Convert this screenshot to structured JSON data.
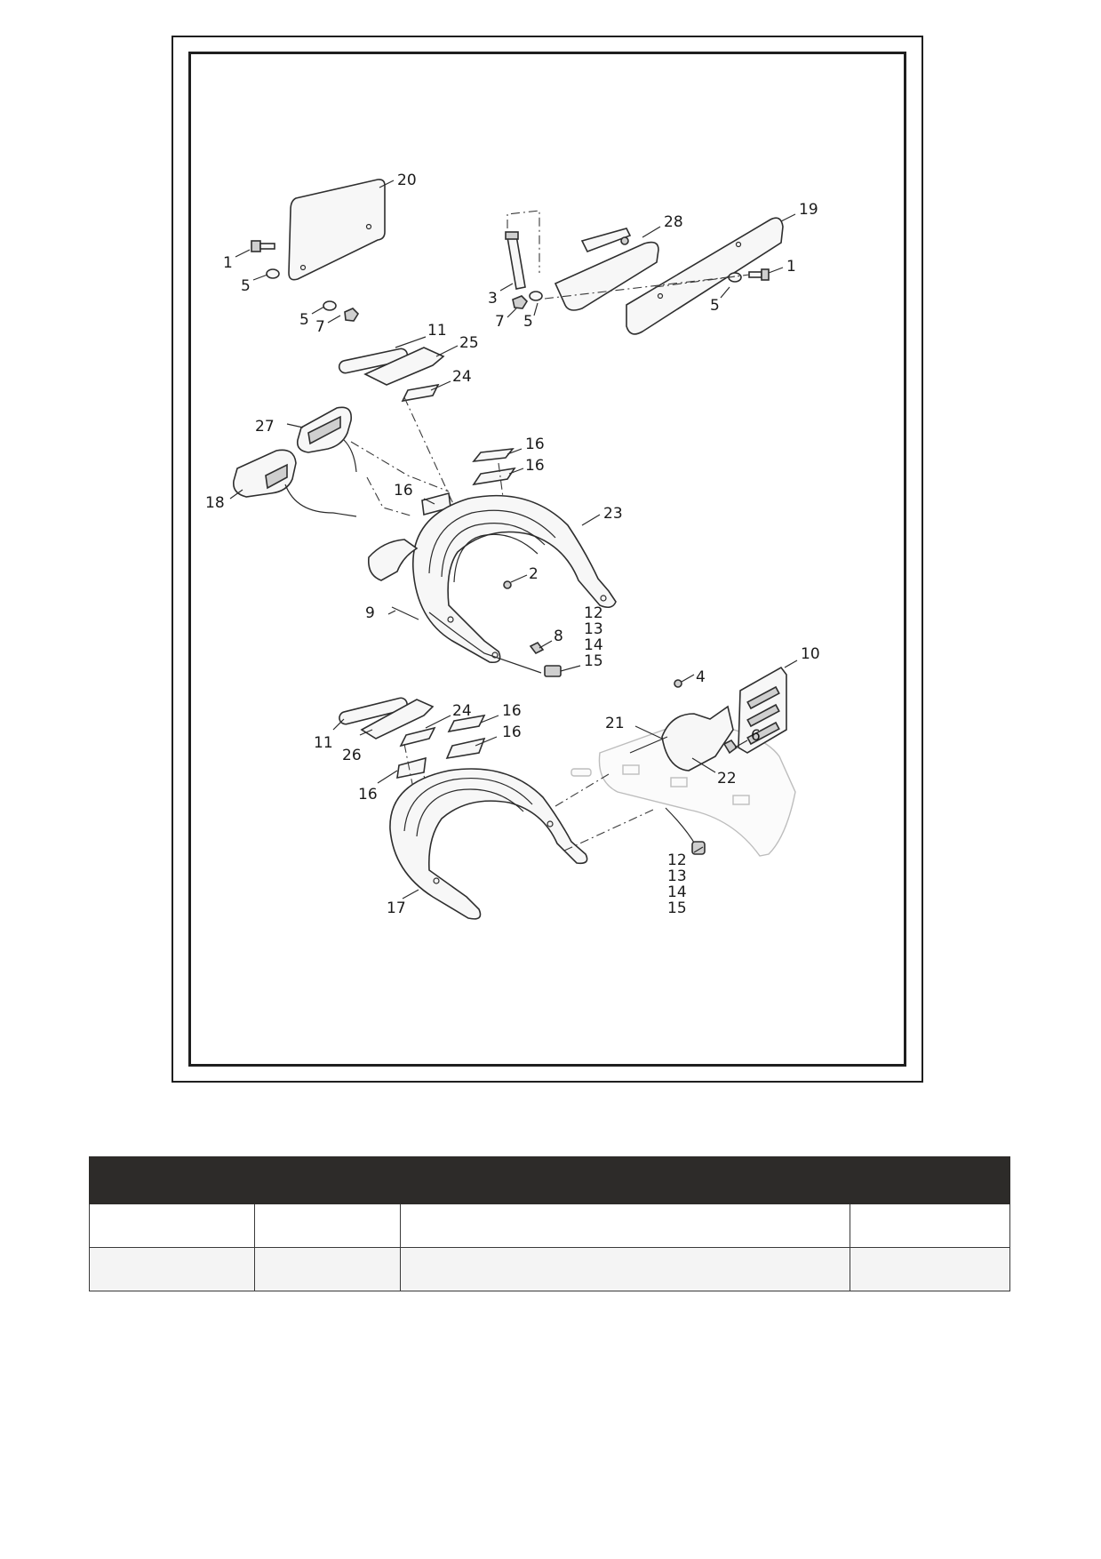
{
  "diagram": {
    "callouts": [
      {
        "id": "c20",
        "text": "20"
      },
      {
        "id": "c1a",
        "text": "1"
      },
      {
        "id": "c5a",
        "text": "5"
      },
      {
        "id": "c5b",
        "text": "5"
      },
      {
        "id": "c7a",
        "text": "7"
      },
      {
        "id": "c28",
        "text": "28"
      },
      {
        "id": "c19",
        "text": "19"
      },
      {
        "id": "c3",
        "text": "3"
      },
      {
        "id": "c1b",
        "text": "1"
      },
      {
        "id": "c7b",
        "text": "7"
      },
      {
        "id": "c5c",
        "text": "5"
      },
      {
        "id": "c5d",
        "text": "5"
      },
      {
        "id": "c11a",
        "text": "11"
      },
      {
        "id": "c25",
        "text": "25"
      },
      {
        "id": "c24a",
        "text": "24"
      },
      {
        "id": "c27",
        "text": "27"
      },
      {
        "id": "c18",
        "text": "18"
      },
      {
        "id": "c16a",
        "text": "16"
      },
      {
        "id": "c16b",
        "text": "16"
      },
      {
        "id": "c16c",
        "text": "16"
      },
      {
        "id": "c23",
        "text": "23"
      },
      {
        "id": "c2",
        "text": "2"
      },
      {
        "id": "c9",
        "text": "9"
      },
      {
        "id": "c8",
        "text": "8"
      },
      {
        "id": "c12a",
        "text": "12"
      },
      {
        "id": "c13a",
        "text": "13"
      },
      {
        "id": "c14a",
        "text": "14"
      },
      {
        "id": "c15a",
        "text": "15"
      },
      {
        "id": "c10",
        "text": "10"
      },
      {
        "id": "c4",
        "text": "4"
      },
      {
        "id": "c6",
        "text": "6"
      },
      {
        "id": "c21",
        "text": "21"
      },
      {
        "id": "c22",
        "text": "22"
      },
      {
        "id": "c11b",
        "text": "11"
      },
      {
        "id": "c26",
        "text": "26"
      },
      {
        "id": "c24b",
        "text": "24"
      },
      {
        "id": "c16d",
        "text": "16"
      },
      {
        "id": "c16e",
        "text": "16"
      },
      {
        "id": "c16f",
        "text": "16"
      },
      {
        "id": "c17",
        "text": "17"
      },
      {
        "id": "c12b",
        "text": "12"
      },
      {
        "id": "c13b",
        "text": "13"
      },
      {
        "id": "c14b",
        "text": "14"
      },
      {
        "id": "c15b",
        "text": "15"
      }
    ]
  },
  "parts_table": {
    "headers": [
      "",
      "",
      "",
      ""
    ],
    "rows": [
      [
        "",
        "",
        "",
        ""
      ],
      [
        "",
        "",
        "",
        ""
      ]
    ]
  },
  "colors": {
    "header_bg": "#2d2b29",
    "line": "#2b2b2b"
  }
}
